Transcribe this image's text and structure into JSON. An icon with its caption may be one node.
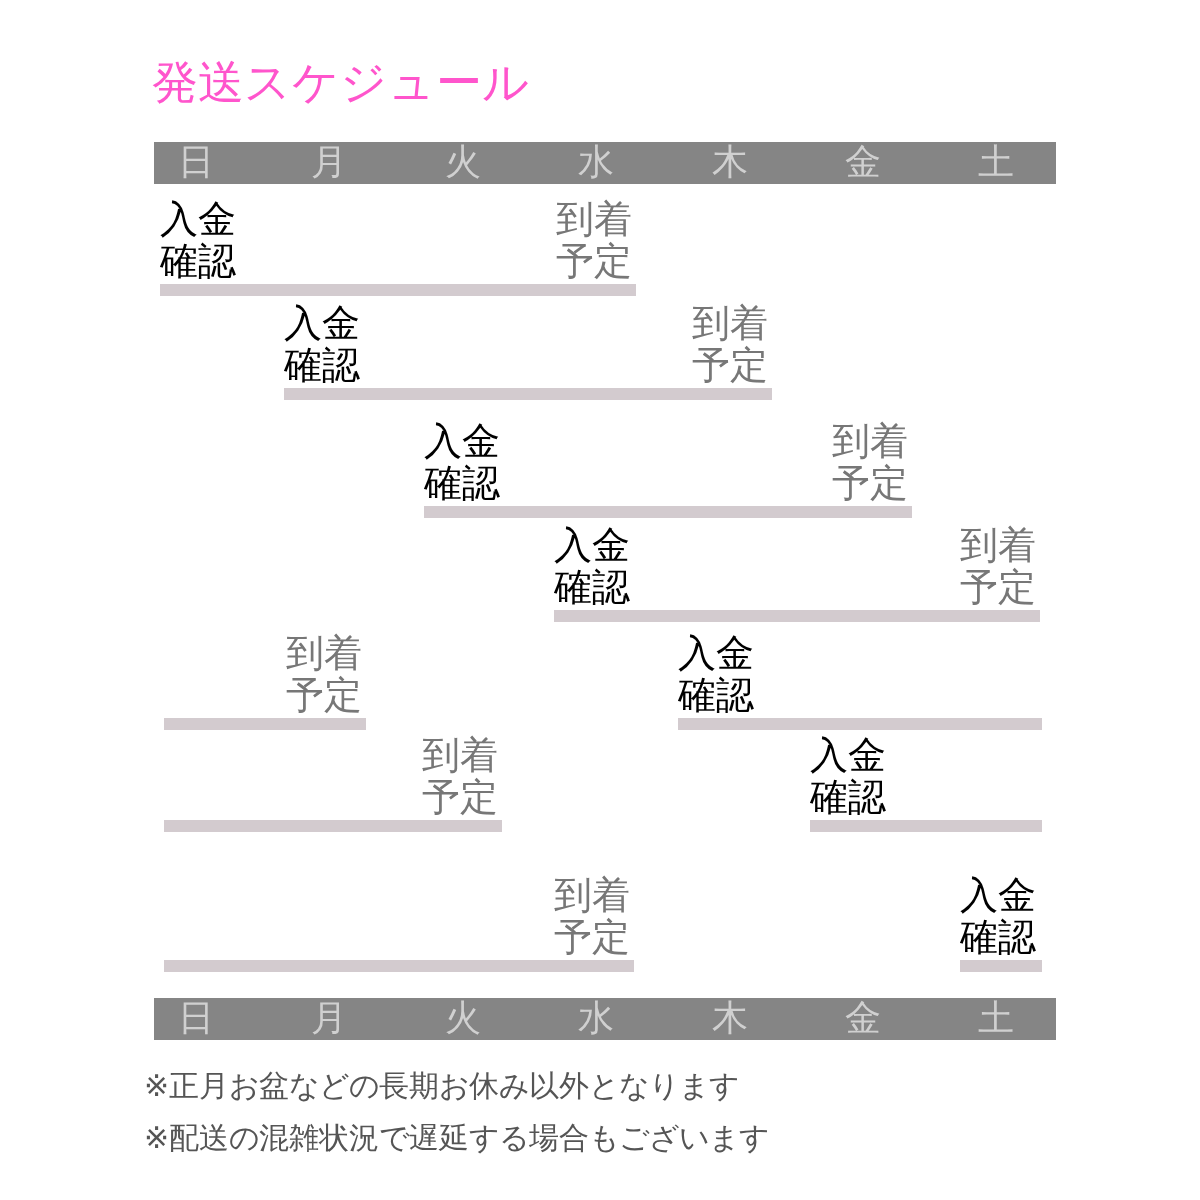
{
  "diagram": {
    "title": "発送スケジュール",
    "nodes": [
      {
        "text": [
          "入金確認"
        ]
      },
      {
        "text": [
          "到着予定"
        ]
      },
      {
        "text": [
          "入金確認"
        ]
      },
      {
        "text": [
          "到着予定"
        ]
      },
      {
        "text": [
          "入金確認"
        ]
      },
      {
        "text": [
          "到着予定"
        ]
      },
      {
        "text": [
          "入金確認"
        ]
      },
      {
        "text": [
          "到着予定"
        ]
      },
      {
        "text": [
          "到着予定"
        ]
      },
      {
        "text": [
          "入金確認"
        ]
      },
      {
        "text": [
          "到着予定"
        ]
      },
      {
        "text": [
          "入金確認"
        ]
      },
      {
        "text": [
          "到着予定"
        ]
      },
      {
        "text": [
          "入金確認"
        ]
      }
    ],
    "edges": [
      {
        "from": 0,
        "to": 1,
        "arrow": "none"
      },
      {
        "from": 2,
        "to": 3,
        "arrow": "none"
      },
      {
        "from": 4,
        "to": 5,
        "arrow": "none"
      },
      {
        "from": 6,
        "to": 7,
        "arrow": "none"
      },
      {
        "from": null,
        "to": 8,
        "arrow": "none"
      },
      {
        "from": 9,
        "to": null,
        "arrow": "none"
      },
      {
        "from": null,
        "to": 10,
        "arrow": "none"
      },
      {
        "from": 11,
        "to": null,
        "arrow": "none"
      },
      {
        "from": null,
        "to": 12,
        "arrow": "none"
      },
      {
        "from": 13,
        "to": null,
        "arrow": "none"
      }
    ],
    "labels": [
      "日",
      "月",
      "火",
      "水",
      "木",
      "金",
      "土",
      "日",
      "月",
      "火",
      "水",
      "木",
      "金",
      "土",
      "※正月お盆などの長期お休み以外となります",
      "※配送の混雑状況で遅延する場合もございます"
    ]
  }
}
